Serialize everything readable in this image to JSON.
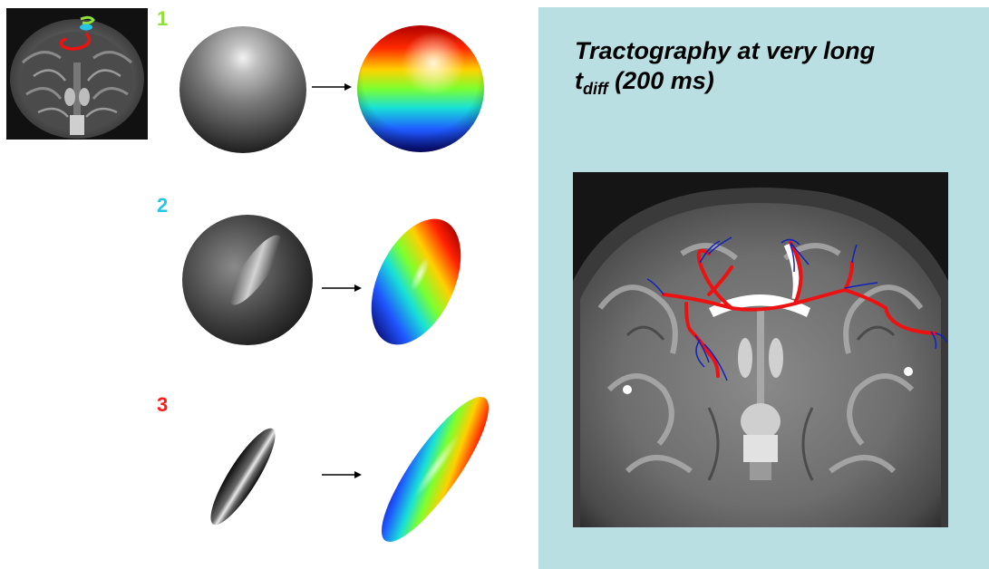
{
  "steps": [
    {
      "number": "1",
      "color": "#8fe03a"
    },
    {
      "number": "2",
      "color": "#26c6e8"
    },
    {
      "number": "3",
      "color": "#ff1a1a"
    }
  ],
  "panel": {
    "title_main": "Tractography at very long",
    "title_var": "t",
    "title_sub": "diff",
    "title_rest": " (200 ms)",
    "background": "#b9dfe2"
  },
  "colors": {
    "tract_main": "#ee1111",
    "tract_fibers": "#1122bb",
    "corpus_callosum": "#ffffff"
  }
}
